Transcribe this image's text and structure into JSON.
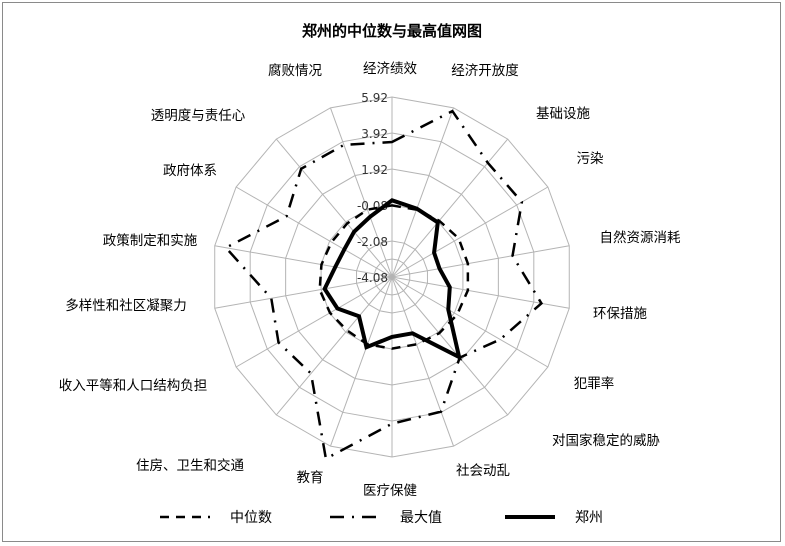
{
  "chart_data": {
    "type": "radar",
    "title": "郑州的中位数与最高值网图",
    "categories": [
      "经济绩效",
      "经济开放度",
      "基础设施",
      "污染",
      "自然资源消耗",
      "环保措施",
      "犯罪率",
      "对国家稳定的威胁",
      "社会动乱",
      "医疗保健",
      "教育",
      "住房、卫生和交通",
      "收入平等和人口结构负担",
      "多样性和社区凝聚力",
      "政策制定和实施",
      "政府体系",
      "透明度与责任心",
      "腐败情况"
    ],
    "radial_ticks": [
      "-4.08",
      "-2.08",
      "-0.08",
      "1.92",
      "3.92",
      "5.92"
    ],
    "rlim": [
      -4.08,
      5.92
    ],
    "grid": true,
    "legend_position": "bottom",
    "series": [
      {
        "name": "中位数",
        "style": "dashed",
        "values": [
          -0.1,
          -0.1,
          0.0,
          0.2,
          0.2,
          0.2,
          0.1,
          0.0,
          -0.1,
          -0.1,
          -0.1,
          -0.2,
          -0.1,
          0.0,
          -0.1,
          -0.2,
          -0.2,
          -0.1
        ]
      },
      {
        "name": "最大值",
        "style": "dash-dot",
        "values": [
          3.42,
          5.73,
          4.2,
          4.25,
          2.72,
          4.35,
          2.86,
          1.77,
          3.88,
          4.07,
          6.66,
          2.92,
          3.2,
          2.73,
          5.29,
          2.68,
          3.77,
          3.73
        ]
      },
      {
        "name": "郑州",
        "style": "solid",
        "values": [
          0.18,
          -0.04,
          -0.12,
          -1.38,
          -1.4,
          -0.82,
          -0.47,
          1.72,
          -0.75,
          -0.75,
          0.07,
          -1.23,
          -0.58,
          -0.28,
          -0.88,
          -1.02,
          -0.8,
          -0.52
        ]
      }
    ],
    "colors": {
      "line": "#000000",
      "grid": "#b4b4b4"
    }
  }
}
